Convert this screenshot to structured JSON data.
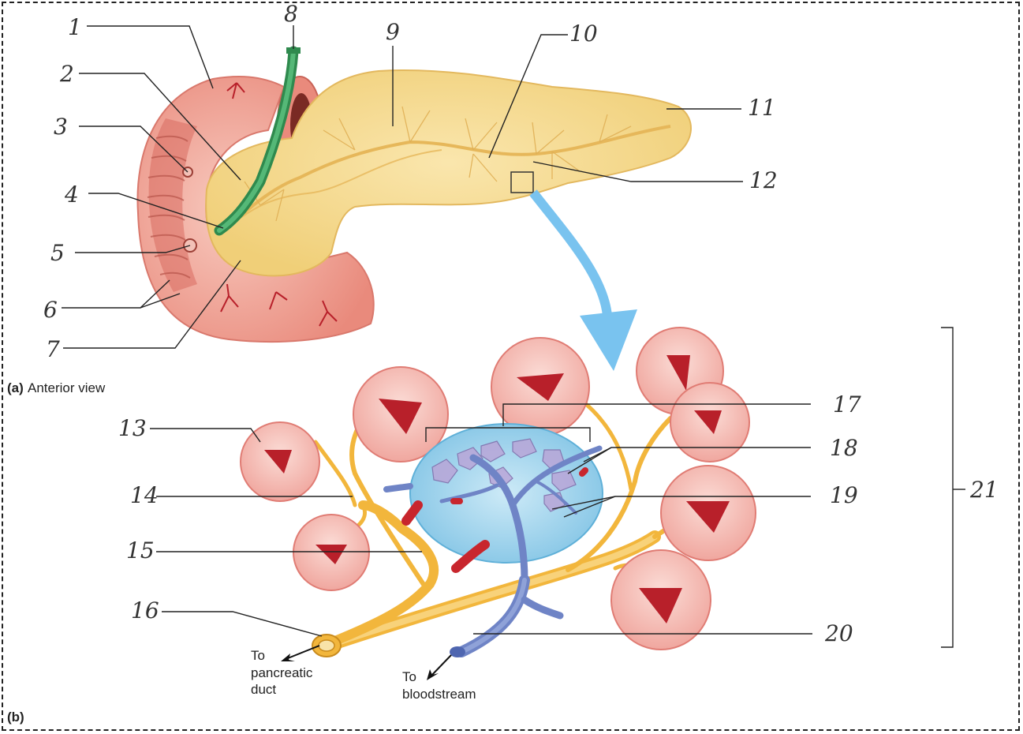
{
  "captions": {
    "part_a_letter": "(a)",
    "part_a_text": "Anterior view",
    "part_b_letter": "(b)",
    "to_duct_line1": "To",
    "to_duct_line2": "pancreatic",
    "to_duct_line3": "duct",
    "to_blood_line1": "To",
    "to_blood_line2": "bloodstream"
  },
  "labels": [
    "1",
    "2",
    "3",
    "4",
    "5",
    "6",
    "7",
    "8",
    "9",
    "10",
    "11",
    "12",
    "13",
    "14",
    "15",
    "16",
    "17",
    "18",
    "19",
    "20",
    "21"
  ],
  "colors": {
    "pancreas": "#f6d98c",
    "duodenum": "#ef9d8f",
    "bile_duct": "#3f9a5a",
    "islet": "#a9d8ee",
    "acinus": "#f5b7b1",
    "duct": "#f2b63c",
    "vein": "#6f84c6",
    "artery": "#c8262d",
    "arrow": "#79c3ef"
  }
}
